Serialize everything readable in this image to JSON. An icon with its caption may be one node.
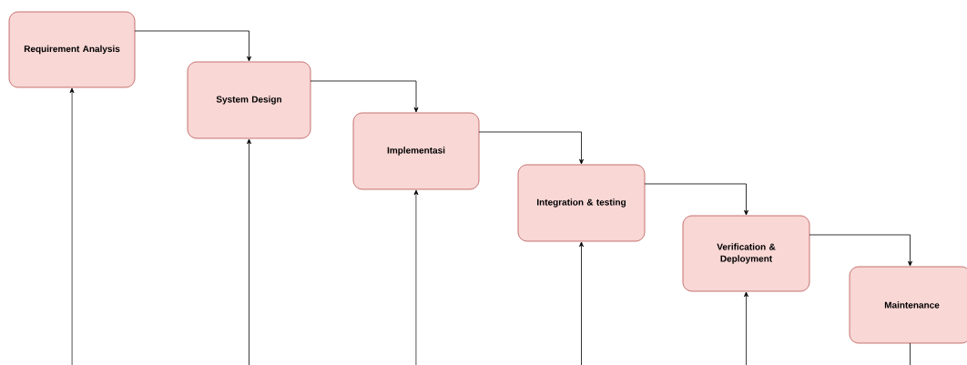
{
  "diagram": {
    "nodes": [
      {
        "text": [
          "Requirement Analysis"
        ]
      },
      {
        "text": [
          "System Design"
        ]
      },
      {
        "text": [
          "Implementasi"
        ]
      },
      {
        "text": [
          "Integration & testing"
        ]
      },
      {
        "text": [
          "Verification & Deployment"
        ]
      },
      {
        "text": [
          "Maintenance"
        ]
      }
    ],
    "edges": [
      {
        "from": 0,
        "to": 1,
        "arrow": "to"
      },
      {
        "from": 1,
        "to": 2,
        "arrow": "to"
      },
      {
        "from": 2,
        "to": 3,
        "arrow": "to"
      },
      {
        "from": 3,
        "to": 4,
        "arrow": "to"
      },
      {
        "from": 4,
        "to": 5,
        "arrow": "to"
      },
      {
        "from": null,
        "to": 0,
        "arrow": "to"
      },
      {
        "from": null,
        "to": 1,
        "arrow": "to"
      },
      {
        "from": null,
        "to": 2,
        "arrow": "to"
      },
      {
        "from": null,
        "to": 3,
        "arrow": "to"
      },
      {
        "from": null,
        "to": 4,
        "arrow": "to"
      },
      {
        "from": 5,
        "to": null,
        "arrow": "none"
      }
    ]
  }
}
